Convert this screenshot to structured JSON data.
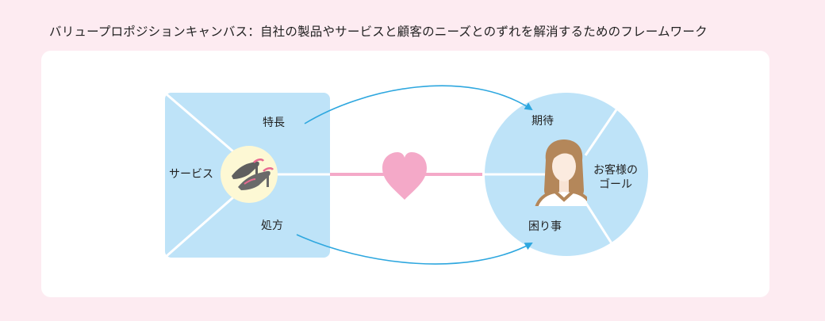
{
  "title": "バリュープロポジションキャンバス：自社の製品やサービスと顧客のニーズとのずれを解消するためのフレームワーク",
  "product": {
    "features": "特長",
    "services": "サービス",
    "remedies": "処方"
  },
  "customer": {
    "expectations": "期待",
    "goal_line1": "お客様の",
    "goal_line2": "ゴール",
    "problems": "困り事"
  },
  "colors": {
    "background": "#fdebf1",
    "shape_fill": "#bee3f8",
    "arrow": "#2ea7df",
    "heart": "#f4a9c8",
    "link": "#f4a9c8",
    "center_circle": "#fdf8d4"
  },
  "icons": {
    "product_center": "high-heels-icon",
    "customer_center": "woman-avatar-icon",
    "fit": "heart-icon"
  }
}
